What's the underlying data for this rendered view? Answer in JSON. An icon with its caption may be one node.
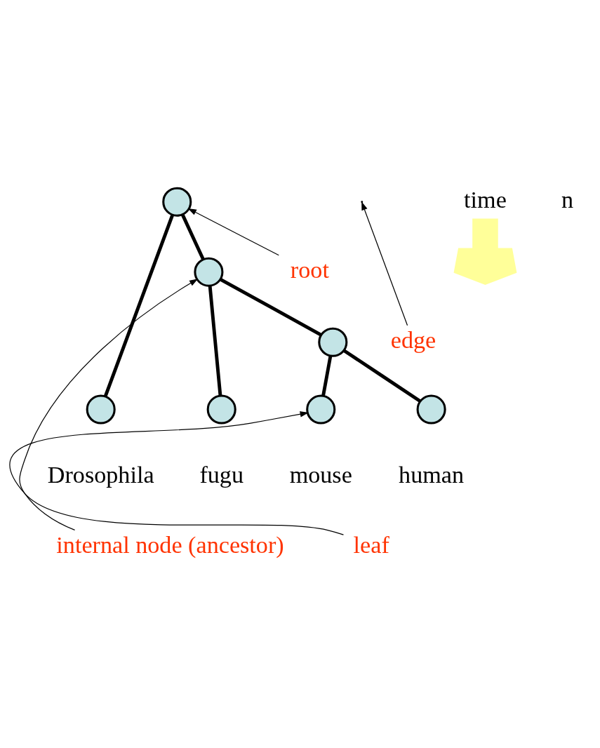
{
  "diagram": {
    "nodes": [
      {
        "text": [],
        "shape": "circle"
      },
      {
        "text": [],
        "shape": "circle"
      },
      {
        "text": [],
        "shape": "circle"
      },
      {
        "text": [],
        "shape": "circle",
        "beside": [
          "Drosophila"
        ]
      },
      {
        "text": [],
        "shape": "circle",
        "beside": [
          "fugu"
        ]
      },
      {
        "text": [],
        "shape": "circle",
        "beside": [
          "mouse"
        ]
      },
      {
        "text": [],
        "shape": "circle",
        "beside": [
          "human"
        ]
      },
      {
        "text": [
          "root"
        ]
      },
      {
        "text": [
          "edge"
        ]
      },
      {
        "text": [
          "internal node (ancestor)"
        ]
      },
      {
        "text": [
          "leaf"
        ]
      }
    ],
    "edges": [
      {
        "from": 0,
        "to": 3,
        "arrow": "none"
      },
      {
        "from": 0,
        "to": 1,
        "arrow": "none"
      },
      {
        "from": 1,
        "to": 4,
        "arrow": "none"
      },
      {
        "from": 1,
        "to": 2,
        "arrow": "none"
      },
      {
        "from": 2,
        "to": 5,
        "arrow": "none"
      },
      {
        "from": 2,
        "to": 6,
        "arrow": "none"
      },
      {
        "from": 7,
        "to": 0,
        "arrow": "to"
      },
      {
        "from": 8,
        "to": null,
        "arrow": "to"
      },
      {
        "from": 9,
        "to": 1,
        "arrow": "to"
      },
      {
        "from": 10,
        "to": 5,
        "arrow": "to"
      }
    ],
    "labels": [
      "time",
      "n"
    ]
  }
}
